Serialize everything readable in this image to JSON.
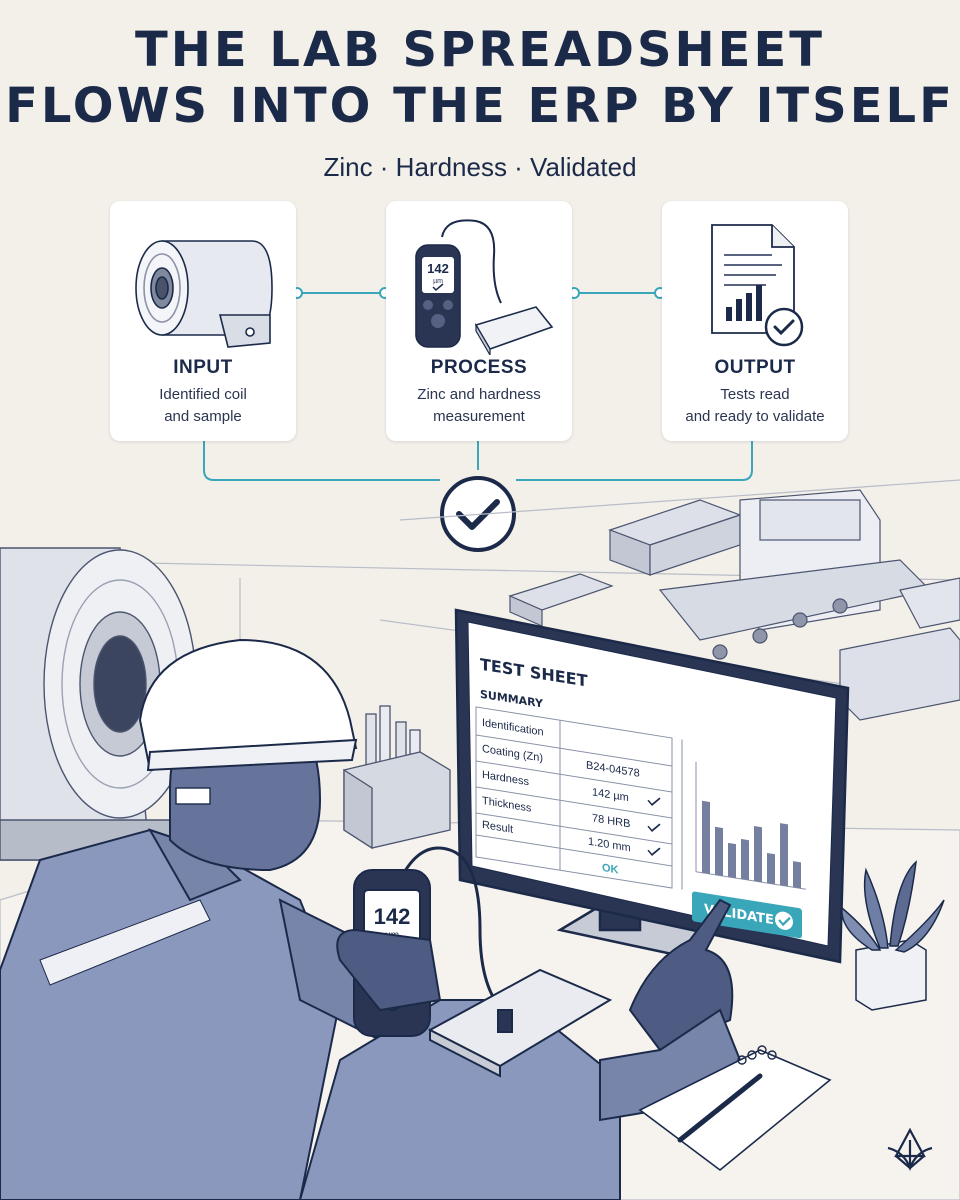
{
  "headline": {
    "line1": "THE LAB SPREADSHEET",
    "line2": "FLOWS INTO THE ERP BY ITSELF",
    "subtitle": "Zinc · Hardness · Validated"
  },
  "steps": [
    {
      "label": "INPUT",
      "desc_line1": "Identified coil",
      "desc_line2": "and sample",
      "icon": "coil-icon"
    },
    {
      "label": "PROCESS",
      "desc_line1": "Zinc and hardness",
      "desc_line2": "measurement",
      "icon": "coating-gauge-icon"
    },
    {
      "label": "OUTPUT",
      "desc_line1": "Tests read",
      "desc_line2": "and ready to validate",
      "icon": "report-check-icon"
    }
  ],
  "gauge_small": {
    "value": "142",
    "unit": "µm"
  },
  "gauge_large": {
    "value": "142",
    "unit": "µm"
  },
  "monitor": {
    "title": "TEST SHEET",
    "section": "SUMMARY",
    "rows": [
      {
        "label": "Identification",
        "value": ""
      },
      {
        "label": "Coating (Zn)",
        "value": "B24-04578"
      },
      {
        "label": "Hardness",
        "value": "142 µm"
      },
      {
        "label": "Thickness",
        "value": "78 HRB"
      },
      {
        "label": "Result",
        "value": "1.20 mm"
      }
    ],
    "result_value": "OK",
    "validate_label": "VALIDATE"
  },
  "chart_values": [
    0.72,
    0.48,
    0.34,
    0.4,
    0.55,
    0.3,
    0.62,
    0.26
  ],
  "colors": {
    "navy": "#1c2a4a",
    "teal": "#3aa6b9",
    "cloth": "#8a98bd",
    "cloth_dark": "#66749c",
    "background": "#f3efe9"
  }
}
